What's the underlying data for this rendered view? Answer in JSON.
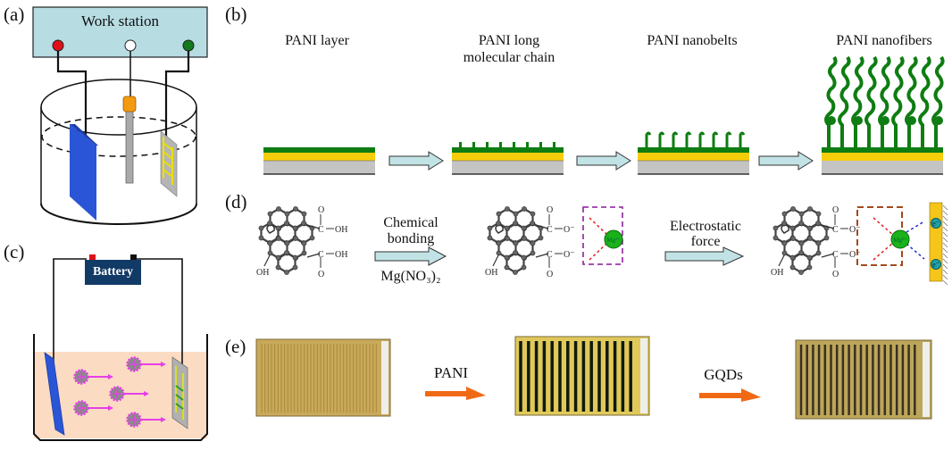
{
  "panels": {
    "a": {
      "label": "(a)",
      "workstation_label": "Work   station",
      "terminal_colors": [
        "#e0101a",
        "#ffffff",
        "#107a1c"
      ],
      "workstation_color": "#b7dde3",
      "counter_electrode_color": "#2a55d6",
      "reference_cap_color": "#f39a12"
    },
    "b": {
      "label": "(b)",
      "stages": [
        {
          "title": "PANI  layer",
          "title2": ""
        },
        {
          "title": "PANI   long",
          "title2": "molecular   chain"
        },
        {
          "title": "PANI  nanobelts",
          "title2": ""
        },
        {
          "title": "PANI  nanofibers",
          "title2": ""
        }
      ],
      "layer_colors": {
        "pani": "#0f7d12",
        "gold": "#f6cd0a",
        "substrate": "#c4c4c4"
      },
      "arrow_color": "#c2e3e6"
    },
    "c": {
      "label": "(c)",
      "battery_label": "Battery",
      "battery_color": "#123a66",
      "electrolyte_color": "#fbdcc3",
      "particle_color": "#e63ee8"
    },
    "d": {
      "label": "(d)",
      "step1_top": "Chemical",
      "step1_mid": "bonding",
      "step1_bottom": "Mg(NO₃)₂",
      "step2_top": "Electrostatic",
      "step2_mid": "force",
      "group_cooh": "C—OH",
      "oh": "OH",
      "o": "O",
      "ion_label": "Mg²⁺",
      "electron_label": "e⁻",
      "ion_color": "#1ab21a",
      "box1_color": "#9a3aa8",
      "box2_color": "#a24a1e"
    },
    "e": {
      "label": "(e)",
      "step1": "PANI",
      "step2": "GQDs",
      "arrow_color": "#f06a16",
      "electrode_colors": [
        "#c9a95a",
        "#e0c95a",
        "#bca65a"
      ]
    }
  }
}
